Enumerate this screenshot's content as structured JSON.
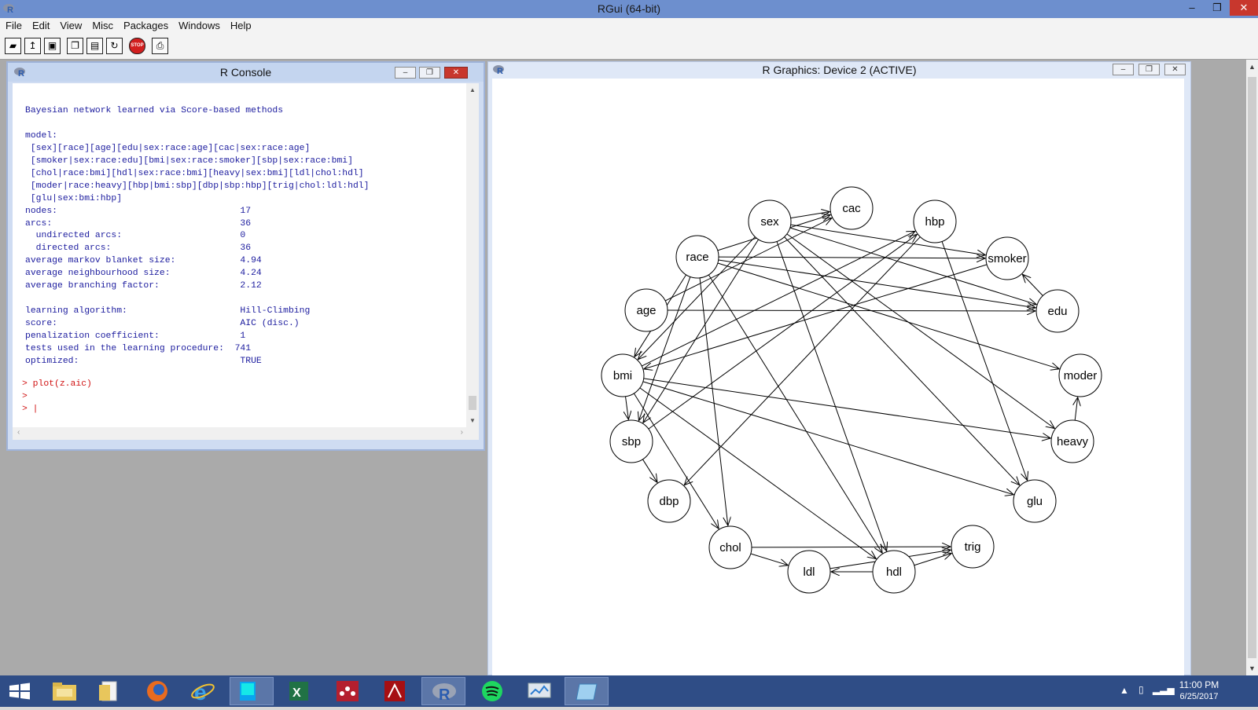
{
  "app": {
    "title": "RGui (64-bit)"
  },
  "window_controls": {
    "minimize": "–",
    "restore": "❐",
    "close": "✕"
  },
  "menu": [
    "File",
    "Edit",
    "View",
    "Misc",
    "Packages",
    "Windows",
    "Help"
  ],
  "toolbar": {
    "buttons": [
      {
        "name": "open-script",
        "icon": "folder-open-icon",
        "glyph": "▰"
      },
      {
        "name": "load-workspace",
        "icon": "load-icon",
        "glyph": "↥"
      },
      {
        "name": "save-workspace",
        "icon": "save-icon",
        "glyph": "▣"
      },
      {
        "name": "copy",
        "icon": "copy-icon",
        "glyph": "❐"
      },
      {
        "name": "paste",
        "icon": "paste-icon",
        "glyph": "▤"
      },
      {
        "name": "copy-paste",
        "icon": "refresh-icon",
        "glyph": "↻"
      },
      {
        "name": "stop",
        "icon": "stop-icon",
        "glyph": "STOP"
      },
      {
        "name": "print",
        "icon": "print-icon",
        "glyph": "⎙"
      }
    ]
  },
  "console": {
    "title": "R Console",
    "lines": [
      "",
      "Bayesian network learned via Score-based methods",
      "",
      "model:",
      " [sex][race][age][edu|sex:race:age][cac|sex:race:age]",
      " [smoker|sex:race:edu][bmi|sex:race:smoker][sbp|sex:race:bmi]",
      " [chol|race:bmi][hdl|sex:race:bmi][heavy|sex:bmi][ldl|chol:hdl]",
      " [moder|race:heavy][hbp|bmi:sbp][dbp|sbp:hbp][trig|chol:ldl:hdl]",
      " [glu|sex:bmi:hbp]",
      "nodes:                                  17",
      "arcs:                                   36",
      "  undirected arcs:                      0",
      "  directed arcs:                        36",
      "average markov blanket size:            4.94",
      "average neighbourhood size:             4.24",
      "average branching factor:               2.12",
      "",
      "learning algorithm:                     Hill-Climbing",
      "score:                                  AIC (disc.)",
      "penalization coefficient:               1",
      "tests used in the learning procedure:  741",
      "optimized:                              TRUE"
    ],
    "commands": [
      "> plot(z.aic)",
      ">",
      "> |"
    ]
  },
  "graphics": {
    "title": "R Graphics: Device 2 (ACTIVE)",
    "nodes": [
      "sex",
      "cac",
      "hbp",
      "race",
      "smoker",
      "age",
      "edu",
      "bmi",
      "moder",
      "sbp",
      "heavy",
      "dbp",
      "glu",
      "chol",
      "trig",
      "ldl",
      "hdl"
    ],
    "arcs": [
      [
        "sex",
        "edu"
      ],
      [
        "race",
        "edu"
      ],
      [
        "age",
        "edu"
      ],
      [
        "sex",
        "cac"
      ],
      [
        "race",
        "cac"
      ],
      [
        "age",
        "cac"
      ],
      [
        "sex",
        "smoker"
      ],
      [
        "race",
        "smoker"
      ],
      [
        "edu",
        "smoker"
      ],
      [
        "sex",
        "bmi"
      ],
      [
        "race",
        "bmi"
      ],
      [
        "smoker",
        "bmi"
      ],
      [
        "sex",
        "sbp"
      ],
      [
        "race",
        "sbp"
      ],
      [
        "bmi",
        "sbp"
      ],
      [
        "race",
        "chol"
      ],
      [
        "bmi",
        "chol"
      ],
      [
        "sex",
        "hdl"
      ],
      [
        "race",
        "hdl"
      ],
      [
        "bmi",
        "hdl"
      ],
      [
        "sex",
        "heavy"
      ],
      [
        "bmi",
        "heavy"
      ],
      [
        "chol",
        "ldl"
      ],
      [
        "hdl",
        "ldl"
      ],
      [
        "race",
        "moder"
      ],
      [
        "heavy",
        "moder"
      ],
      [
        "bmi",
        "hbp"
      ],
      [
        "sbp",
        "hbp"
      ],
      [
        "sbp",
        "dbp"
      ],
      [
        "hbp",
        "dbp"
      ],
      [
        "chol",
        "trig"
      ],
      [
        "ldl",
        "trig"
      ],
      [
        "hdl",
        "trig"
      ],
      [
        "sex",
        "glu"
      ],
      [
        "bmi",
        "glu"
      ],
      [
        "hbp",
        "glu"
      ]
    ]
  },
  "taskbar": {
    "apps": [
      {
        "name": "start",
        "icon": "windows-start-icon"
      },
      {
        "name": "file-explorer",
        "icon": "folder-icon"
      },
      {
        "name": "documents",
        "icon": "documents-icon"
      },
      {
        "name": "firefox",
        "icon": "firefox-icon"
      },
      {
        "name": "internet-explorer",
        "icon": "internet-explorer-icon"
      },
      {
        "name": "app-blue",
        "icon": "app-square-icon"
      },
      {
        "name": "excel",
        "icon": "excel-icon"
      },
      {
        "name": "mendeley",
        "icon": "mendeley-icon"
      },
      {
        "name": "acrobat",
        "icon": "acrobat-icon"
      },
      {
        "name": "r-gui",
        "icon": "r-icon"
      },
      {
        "name": "spotify",
        "icon": "spotify-icon"
      },
      {
        "name": "resource-monitor",
        "icon": "monitor-icon"
      },
      {
        "name": "notepad",
        "icon": "notepad-icon"
      }
    ],
    "time": "11:00 PM",
    "date": "6/25/2017"
  },
  "colors": {
    "titlebar": "#6d8fce",
    "console_text": "#1b1b9e",
    "console_prompt": "#d01010",
    "taskbar": "#2f4d86"
  }
}
